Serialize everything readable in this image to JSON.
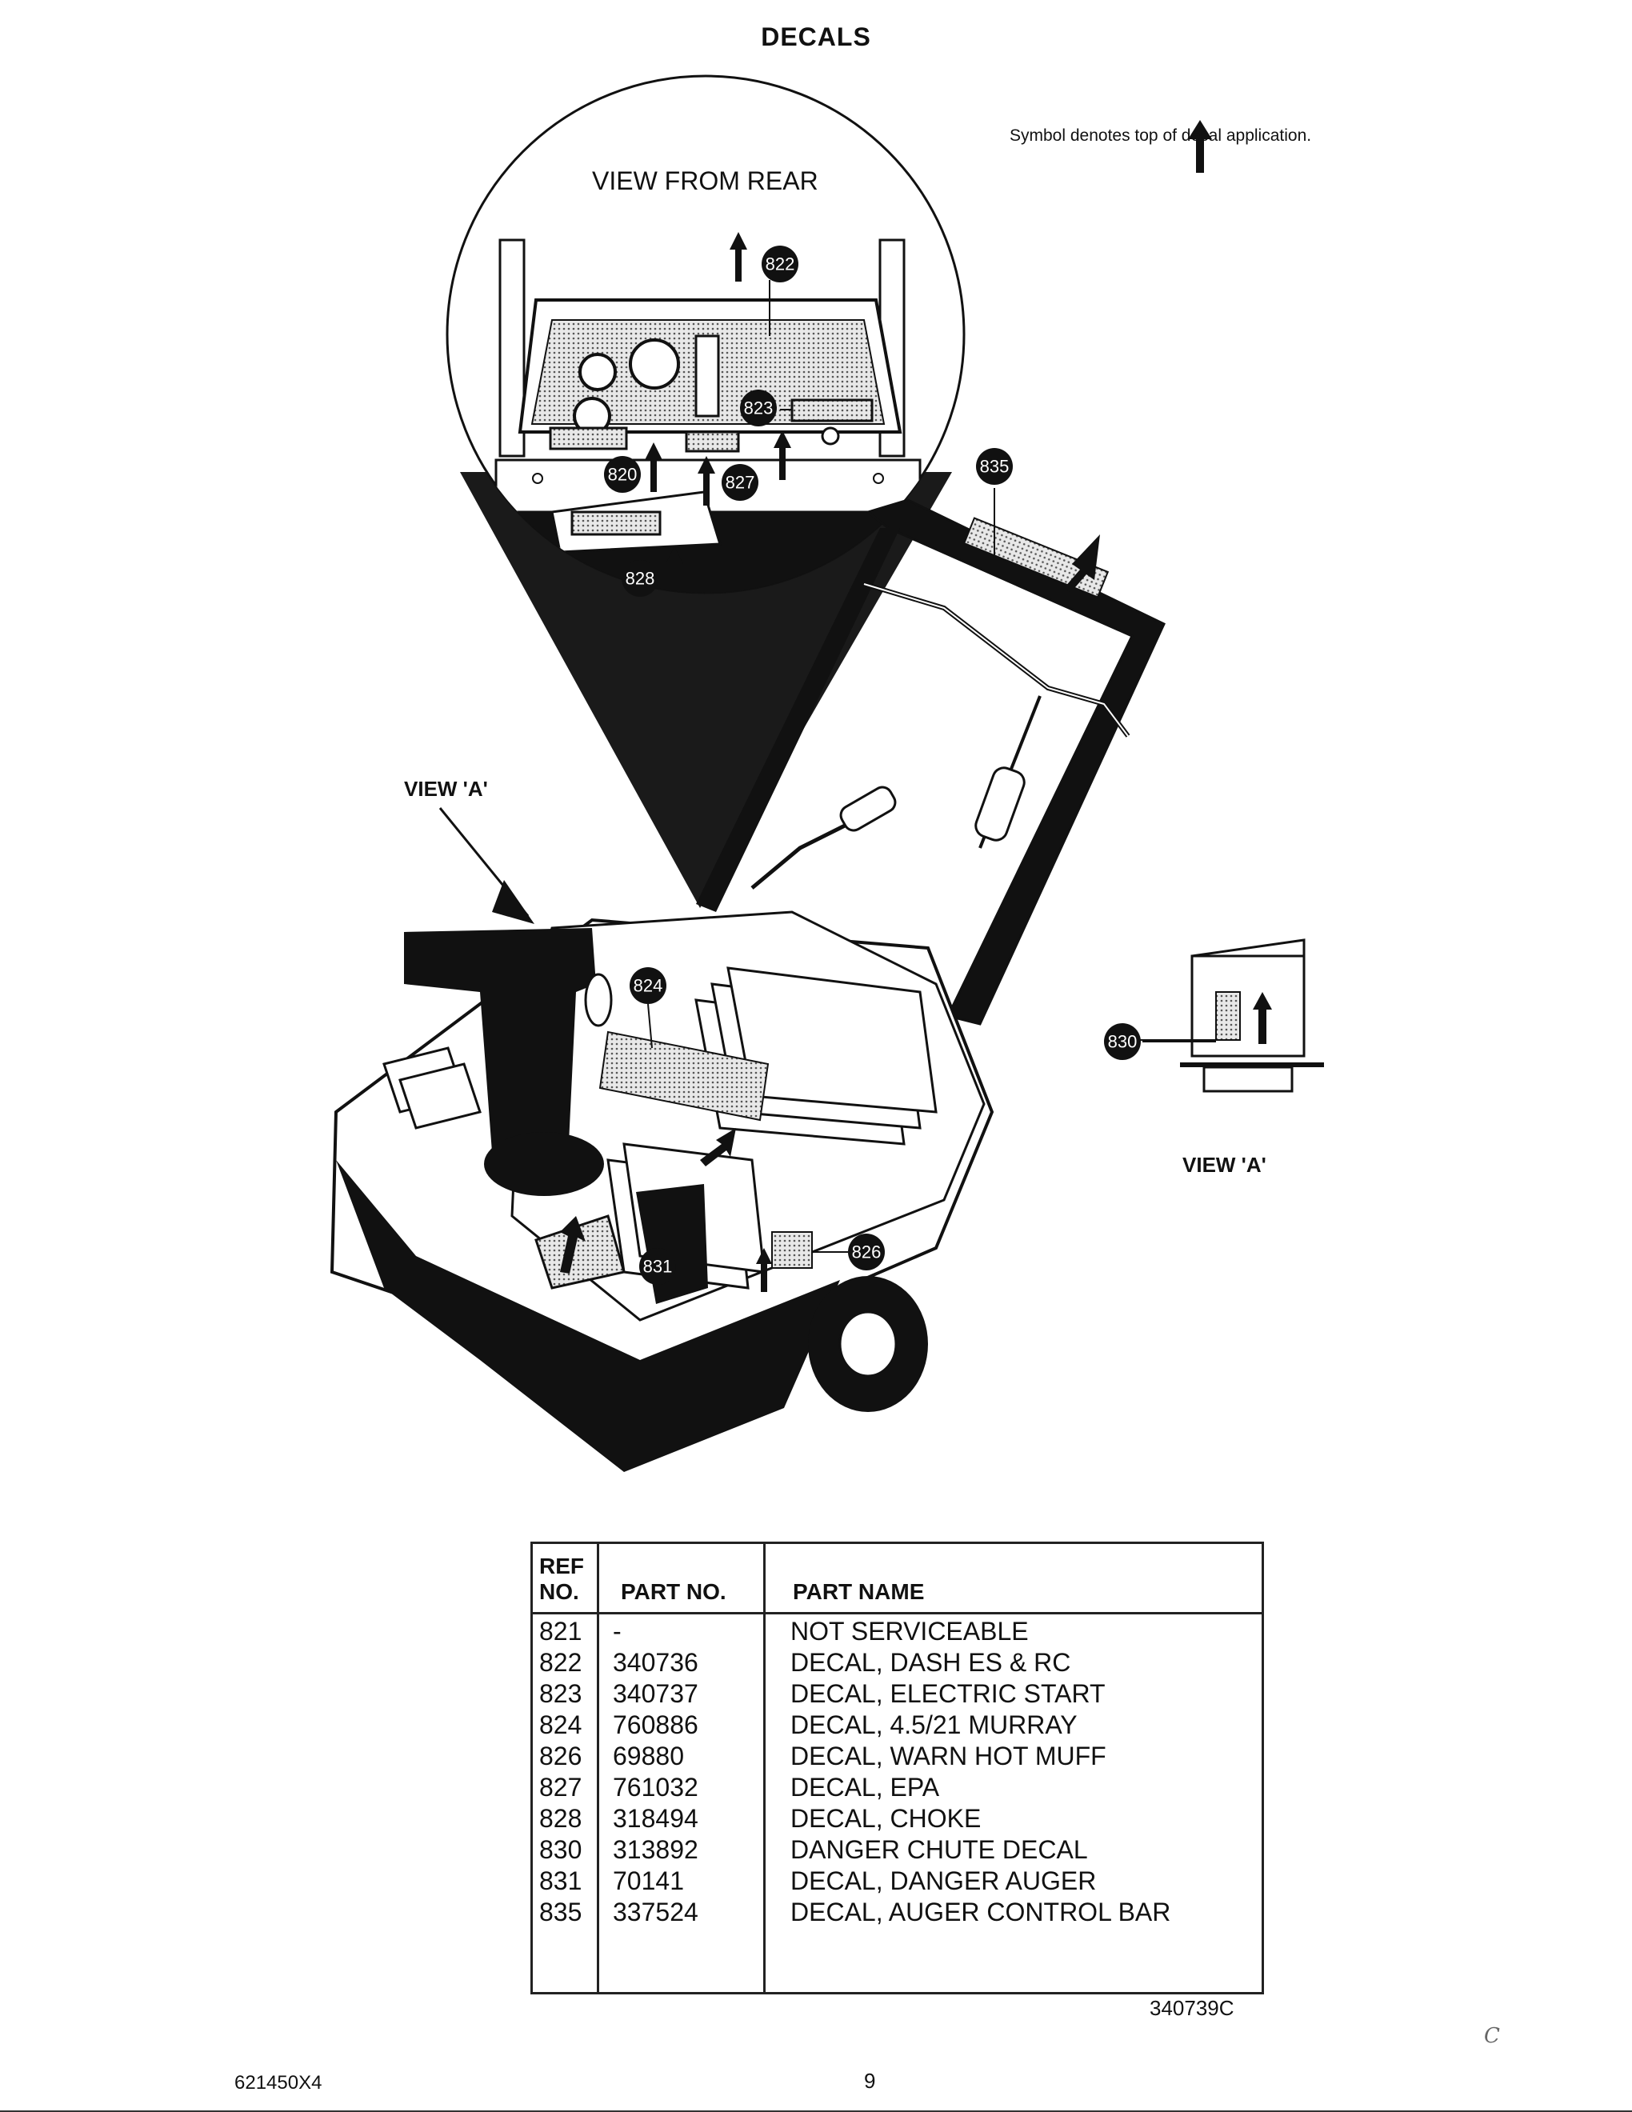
{
  "title": "DECALS",
  "legend": {
    "icon": "up-arrow-icon",
    "text": "Symbol denotes top of decal application."
  },
  "labels": {
    "view_from_rear": "VIEW FROM REAR",
    "view_a_main": "VIEW 'A'",
    "view_a_detail": "VIEW 'A'"
  },
  "callouts": {
    "c822": "822",
    "c823": "823",
    "c820": "820",
    "c827": "827",
    "c828": "828",
    "c835": "835",
    "c824": "824",
    "c830": "830",
    "c831": "831",
    "c826": "826"
  },
  "table": {
    "headers": {
      "ref_no_line1": "REF",
      "ref_no_line2": "NO.",
      "part_no": "PART NO.",
      "part_name": "PART NAME"
    },
    "rows": [
      {
        "ref": "821",
        "part_no": "-",
        "name": "NOT SERVICEABLE"
      },
      {
        "ref": "822",
        "part_no": "340736",
        "name": "DECAL, DASH ES & RC"
      },
      {
        "ref": "823",
        "part_no": "340737",
        "name": "DECAL, ELECTRIC START"
      },
      {
        "ref": "824",
        "part_no": "760886",
        "name": "DECAL, 4.5/21 MURRAY"
      },
      {
        "ref": "826",
        "part_no": "69880",
        "name": "DECAL, WARN HOT MUFF"
      },
      {
        "ref": "827",
        "part_no": "761032",
        "name": "DECAL, EPA"
      },
      {
        "ref": "828",
        "part_no": "318494",
        "name": "DECAL, CHOKE"
      },
      {
        "ref": "830",
        "part_no": "313892",
        "name": "DANGER CHUTE DECAL"
      },
      {
        "ref": "831",
        "part_no": "70141",
        "name": "DECAL, DANGER AUGER"
      },
      {
        "ref": "835",
        "part_no": "337524",
        "name": "DECAL, AUGER CONTROL BAR"
      }
    ]
  },
  "doc_code": "340739C",
  "footer": {
    "model": "621450X4",
    "page": "9"
  },
  "scan_mark": "C"
}
